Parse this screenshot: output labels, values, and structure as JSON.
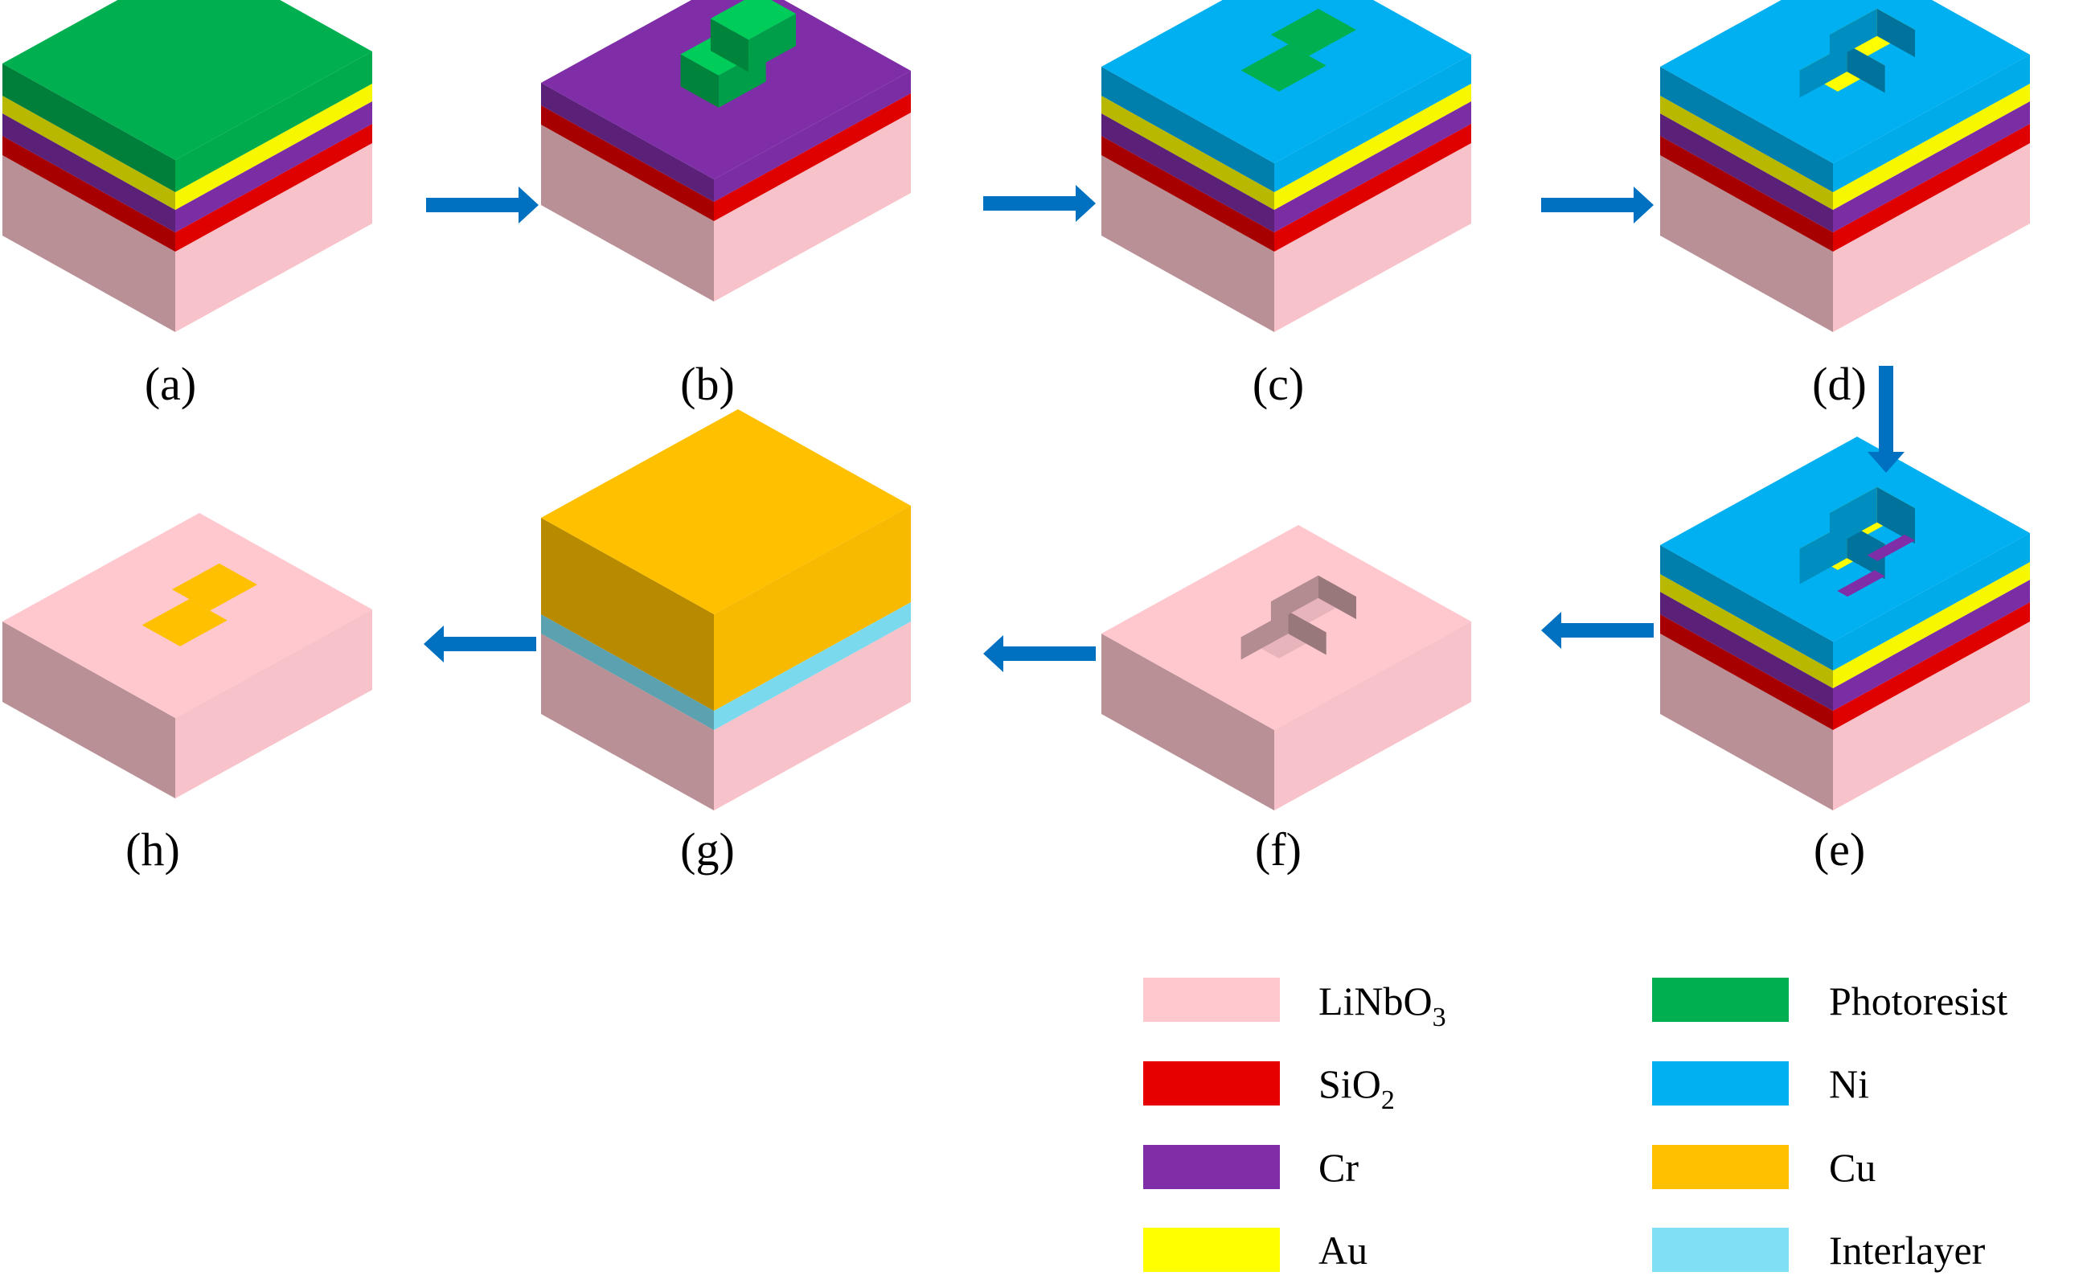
{
  "panels": [
    {
      "label": "(a)",
      "layers": [
        "LiNbO3",
        "SiO2",
        "Cr",
        "Au",
        "Photoresist"
      ],
      "features": "none"
    },
    {
      "label": "(b)",
      "layers": [
        "LiNbO3",
        "SiO2",
        "Cr"
      ],
      "features": "resist-blocks"
    },
    {
      "label": "(c)",
      "layers": [
        "LiNbO3",
        "SiO2",
        "Cr",
        "Au",
        "Ni"
      ],
      "features": "inset-resist"
    },
    {
      "label": "(d)",
      "layers": [
        "LiNbO3",
        "SiO2",
        "Cr",
        "Au",
        "Ni"
      ],
      "features": "holes-au"
    },
    {
      "label": "(e)",
      "layers": [
        "LiNbO3",
        "SiO2",
        "Cr",
        "Au",
        "Ni"
      ],
      "features": "holes-deep"
    },
    {
      "label": "(f)",
      "layers": [
        "LiNbO3"
      ],
      "features": "trenches"
    },
    {
      "label": "(g)",
      "layers": [
        "LiNbO3",
        "Interlayer",
        "Cu"
      ],
      "features": "none"
    },
    {
      "label": "(h)",
      "layers": [
        "LiNbO3"
      ],
      "features": "cu-pads"
    }
  ],
  "legend": [
    {
      "name": "LiNbO",
      "sub": "3",
      "color": "#ffc8cf"
    },
    {
      "name": "SiO",
      "sub": "2",
      "color": "#e60000"
    },
    {
      "name": "Cr",
      "sub": "",
      "color": "#7f2ea8"
    },
    {
      "name": "Au",
      "sub": "",
      "color": "#ffff00"
    },
    {
      "name": "Photoresist",
      "sub": "",
      "color": "#00b050"
    },
    {
      "name": "Ni",
      "sub": "",
      "color": "#00b0f0"
    },
    {
      "name": "Cu",
      "sub": "",
      "color": "#ffc000"
    },
    {
      "name": "Interlayer",
      "sub": "",
      "color": "#7fe0f5"
    }
  ],
  "arrow_color": "#0070c0"
}
